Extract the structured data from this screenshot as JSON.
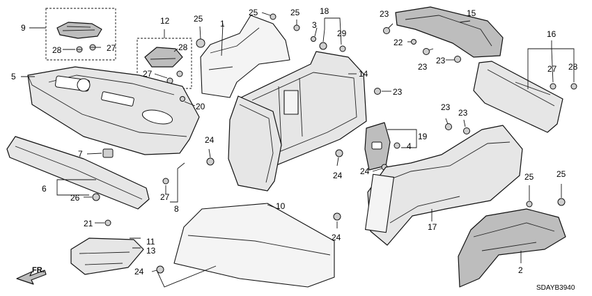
{
  "callouts": {
    "c1": "1",
    "c2": "2",
    "c4": "4",
    "c5": "5",
    "c6": "6",
    "c7": "7",
    "c8": "8",
    "c9": "9",
    "c10": "10",
    "c11": "11",
    "c12": "12",
    "c13": "13",
    "c14": "14",
    "c15": "15",
    "c16": "16",
    "c17": "17",
    "c18": "18",
    "c19": "19",
    "c20": "20",
    "c21": "21",
    "c22": "22",
    "c3": "3",
    "c26": "26",
    "c29": "29",
    "n23": "23",
    "n24": "24",
    "n25": "25",
    "n27": "27",
    "n28": "28"
  },
  "direction_label": "FR.",
  "diagram_code": "SDAYB3940"
}
